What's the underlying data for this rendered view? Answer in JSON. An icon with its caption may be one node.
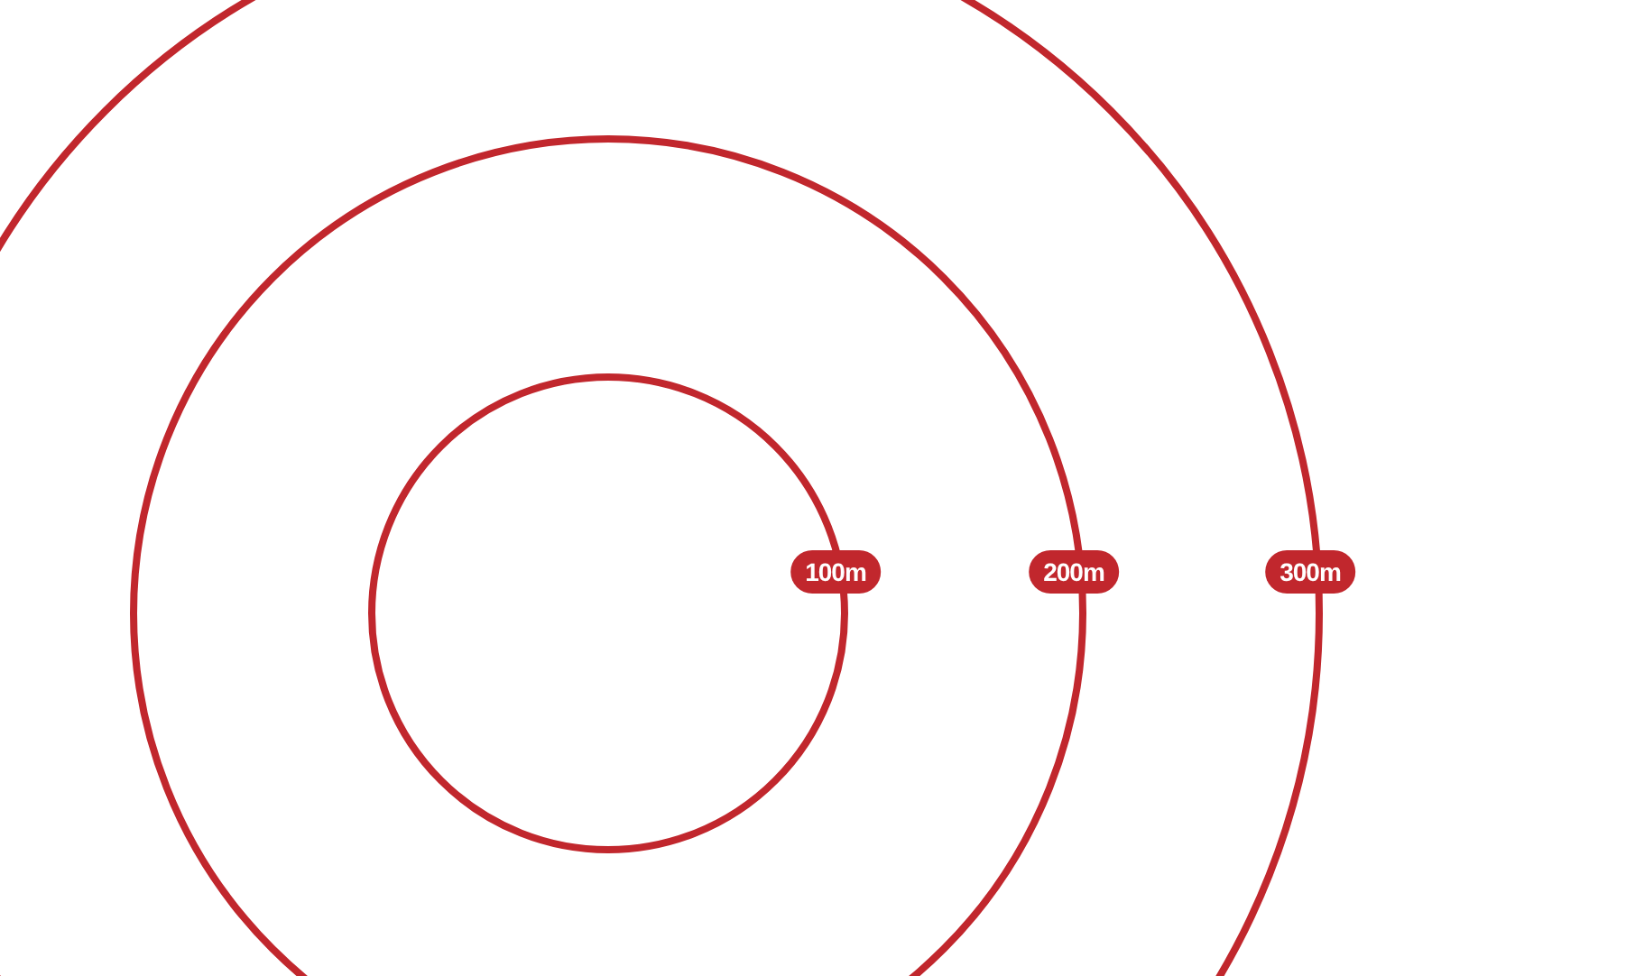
{
  "diagram": {
    "nodes": [
      {
        "text": [
          "100m"
        ]
      },
      {
        "text": [
          "200m"
        ]
      },
      {
        "text": [
          "300m"
        ]
      }
    ]
  }
}
